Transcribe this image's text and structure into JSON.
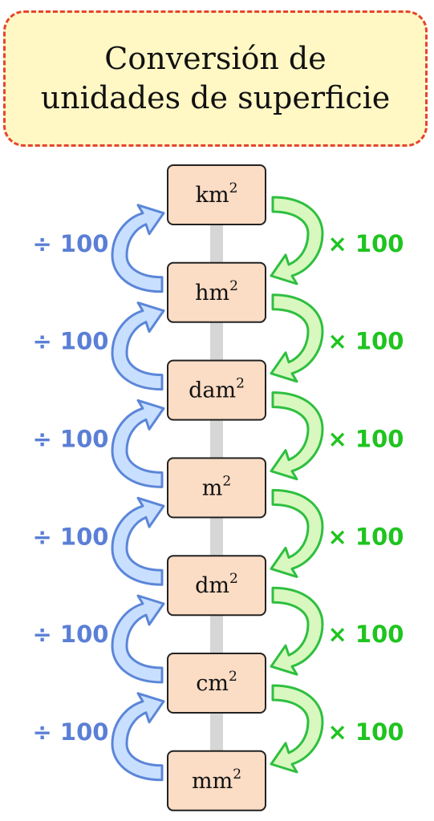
{
  "title": {
    "line1": "Conversión de",
    "line2": "unidades de superficie"
  },
  "units": [
    {
      "base": "km",
      "exp": "2"
    },
    {
      "base": "hm",
      "exp": "2"
    },
    {
      "base": "dam",
      "exp": "2"
    },
    {
      "base": "m",
      "exp": "2"
    },
    {
      "base": "dm",
      "exp": "2"
    },
    {
      "base": "cm",
      "exp": "2"
    },
    {
      "base": "mm",
      "exp": "2"
    }
  ],
  "operations": {
    "up_label": "÷ 100",
    "down_label": "× 100",
    "up_color": "#5b7fd6",
    "down_color": "#1fc41f"
  },
  "colors": {
    "box_fill": "#fbdcc4",
    "box_stroke": "#222222",
    "axis": "#d6d6d6",
    "up_arrow_fill": "#c9dfff",
    "up_arrow_stroke": "#5b86d8",
    "down_arrow_fill": "#d8f8c0",
    "down_arrow_stroke": "#2fbf3f",
    "title_fill": "#fff7c4",
    "title_border": "#e5452f"
  }
}
